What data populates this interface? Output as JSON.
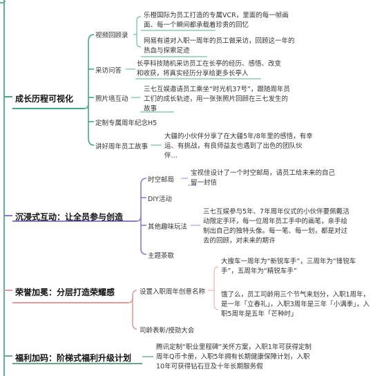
{
  "branches": [
    {
      "title": "成长历程可视化",
      "children": [
        {
          "label": "视频回顾录",
          "details": [
            "乐橙国际为员工打造的专属VCR，里面的每一帧画面、每一个瞬间都承载着珍贵的回忆",
            "网易有道对入职一周年的员工做采访，回顾这一年的热血与探索足迹"
          ]
        },
        {
          "label": "采访问答",
          "details": [
            "长亭科技随机采访员工在长亭的经历、感悟、改变和收获，将真实经历分享给更多长亭人"
          ]
        },
        {
          "label": "照片墙互动",
          "details": [
            "三七互娱邀请员工乘坐“时光机37号”，跟随周年员工们的成长轨迹，用一张张照片回顾在三七发生的故事"
          ]
        },
        {
          "label": "定制专属周年纪念H5",
          "details": []
        },
        {
          "label": "讲好周年员工故事",
          "details": [
            "大疆的小伙伴分享了在大疆5年/8年里的感悟，有幸运、有挑战，有良师益友也遇到了出色的团队伙伴…"
          ]
        }
      ]
    },
    {
      "title": "沉浸式互动：让全员参与创造",
      "children": [
        {
          "label": "时空邮局",
          "details": [
            "宝视佳设计了一个时空邮局，请员工给未来的自己留一封信"
          ]
        },
        {
          "label": "DIY活动",
          "details": []
        },
        {
          "label": "其他趣味玩法",
          "details": [
            "三七互娱参与5年、7年周年仪式的小伙伴要佩戴活动限定手环，每一位周年员工手中的画笔，亲手绘制出自己的独特头像。每一笔、每一划，都是对过去的回顾，对未来的期许"
          ]
        },
        {
          "label": "主题茶歇",
          "details": []
        }
      ]
    },
    {
      "title": "荣誉加冕：分层打造荣耀感",
      "children": [
        {
          "label": "设置入职周年创意名称",
          "details": [
            "大搜车一周年为“新锐车手”，三周年为“锋锐车手”，五周年为“精锐车手”",
            "饿了么，员工司龄用三个节气来划分，入职1周年，是一年「立春礼」，入职3周年是三年「小满季」，入职5周年是五年「芒种时」"
          ]
        },
        {
          "label": "司龄表彰/授勋大会",
          "details": []
        }
      ]
    },
    {
      "title": "福利加码：阶梯式福利升级计划",
      "children": [
        {
          "label": "",
          "details": [
            "腾讯定制“职业里程碑”关怀方案，入职1年可获得定制周年Q币卡册，入职5年拥有长期健康保障计划，入职10年可获得钻石豆及十年长期服务假"
          ]
        }
      ]
    }
  ],
  "colors": {
    "spine": "#5bb0a0",
    "branch1": "#3fa887",
    "branch2": "#8c77d9",
    "branch3": "#e29a9a",
    "branch4": "#66a889",
    "sub1": "#4db38b",
    "sub2": "#9b87e6",
    "sub3": "#e6a7a7"
  }
}
